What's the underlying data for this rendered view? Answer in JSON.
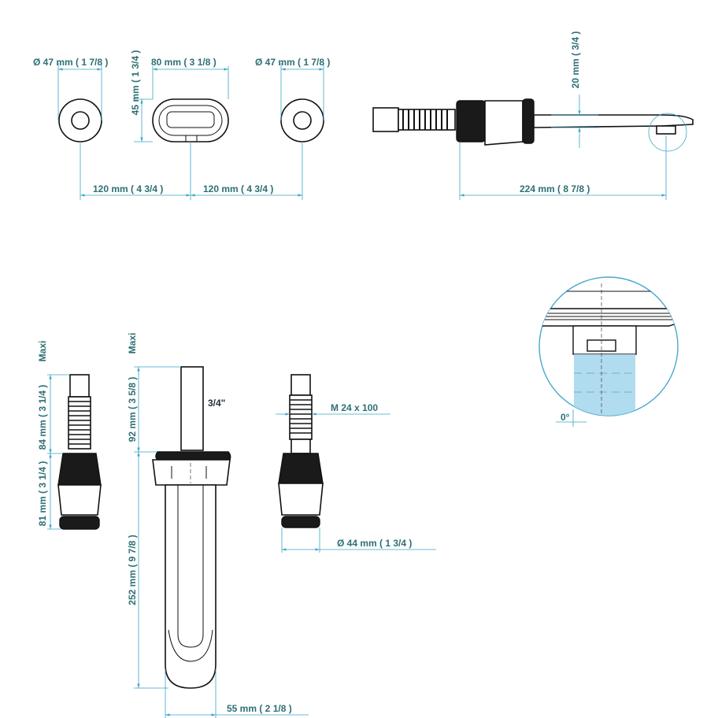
{
  "colors": {
    "dimension_text": "#2f6f74",
    "dimension_line": "#3aa5c9",
    "outline": "#111111",
    "detail_fill": "#a9d8ee",
    "detail_circle": "#4aa8cf"
  },
  "top_view": {
    "dia_left": "Ø 47 mm ( 1 7/8 )",
    "height_45": "45 mm ( 1 3/4 )",
    "width_80": "80 mm ( 3 1/8 )",
    "dia_right": "Ø 47 mm ( 1 7/8 )",
    "spacing_left": "120 mm ( 4 3/4 )",
    "spacing_right": "120 mm ( 4 3/4 )"
  },
  "side_view": {
    "height_20": "20 mm ( 3/4 )",
    "length_224": "224 mm ( 8 7/8 )"
  },
  "front_view": {
    "maxi_left": "Maxi",
    "len_84": "84 mm ( 3 1/4 )",
    "len_81": "81 mm ( 3 1/4 )",
    "maxi_center": "Maxi",
    "len_92": "92 mm ( 3 5/8 )",
    "len_252": "252 mm ( 9 7/8 )",
    "thread_size": "3/4\"",
    "thread_m": "M  24  x 100",
    "dia_44": "Ø 44 mm ( 1 3/4 )",
    "width_55": "55 mm ( 2 1/8 )"
  },
  "detail": {
    "angle": "0°"
  }
}
